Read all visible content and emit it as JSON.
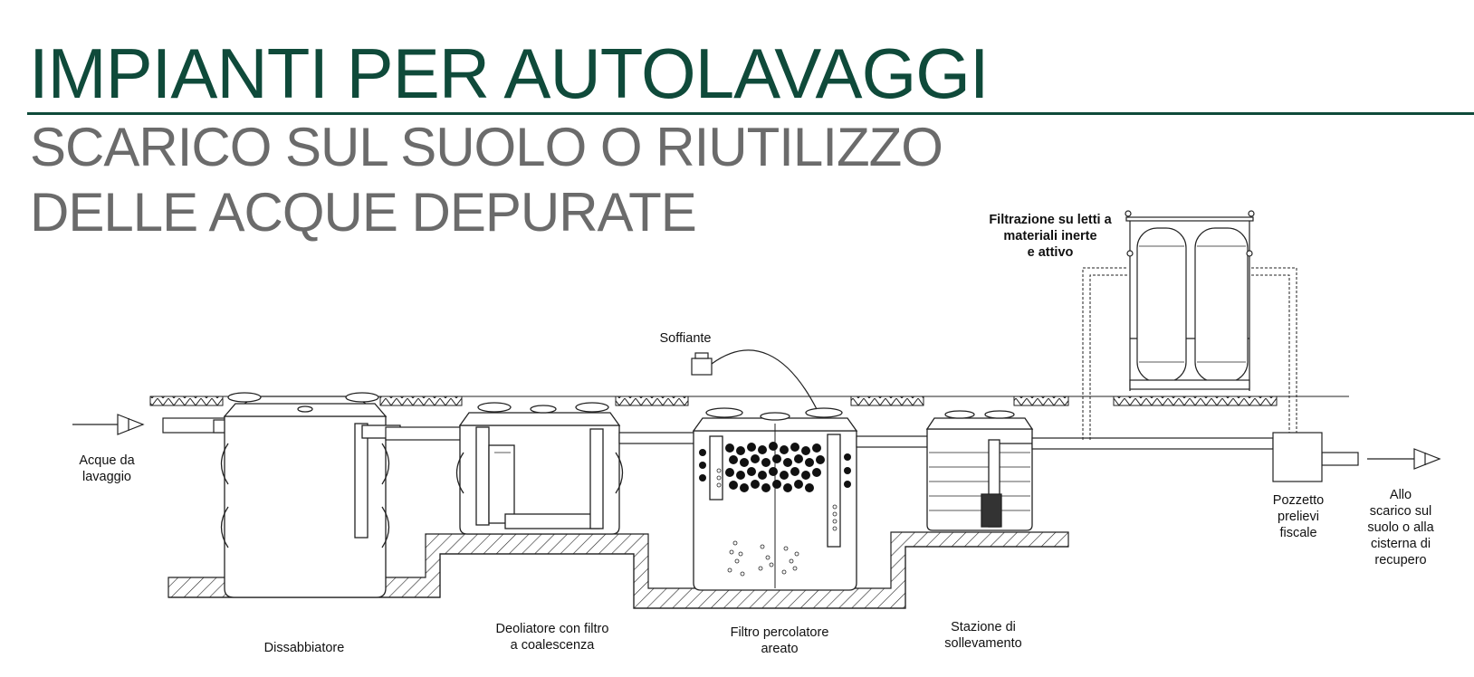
{
  "header": {
    "title": "IMPIANTI PER AUTOLAVAGGI",
    "subtitle_line1": "SCARICO SUL SUOLO O RIUTILIZZO",
    "subtitle_line2": "DELLE ACQUE DEPURATE"
  },
  "labels": {
    "inlet": [
      "Acque da",
      "lavaggio"
    ],
    "sand_trap": "Dissabbiatore",
    "oil_separator": [
      "Deoliatore con filtro",
      "a coalescenza"
    ],
    "trickling_filter": [
      "Filtro percolatore",
      "areato"
    ],
    "blower": "Soffiante",
    "lifting_station": [
      "Stazione di",
      "sollevamento"
    ],
    "filtration": [
      "Filtrazione su letti a",
      "materiali inerte",
      "e attivo"
    ],
    "sampling_well": [
      "Pozzetto",
      "prelievi",
      "fiscale"
    ],
    "outlet": [
      "Allo",
      "scarico sul",
      "suolo o alla",
      "cisterna di",
      "recupero"
    ]
  },
  "colors": {
    "title": "#0f4a3a",
    "subtitle": "#6b6b6b",
    "line": "#222222"
  }
}
